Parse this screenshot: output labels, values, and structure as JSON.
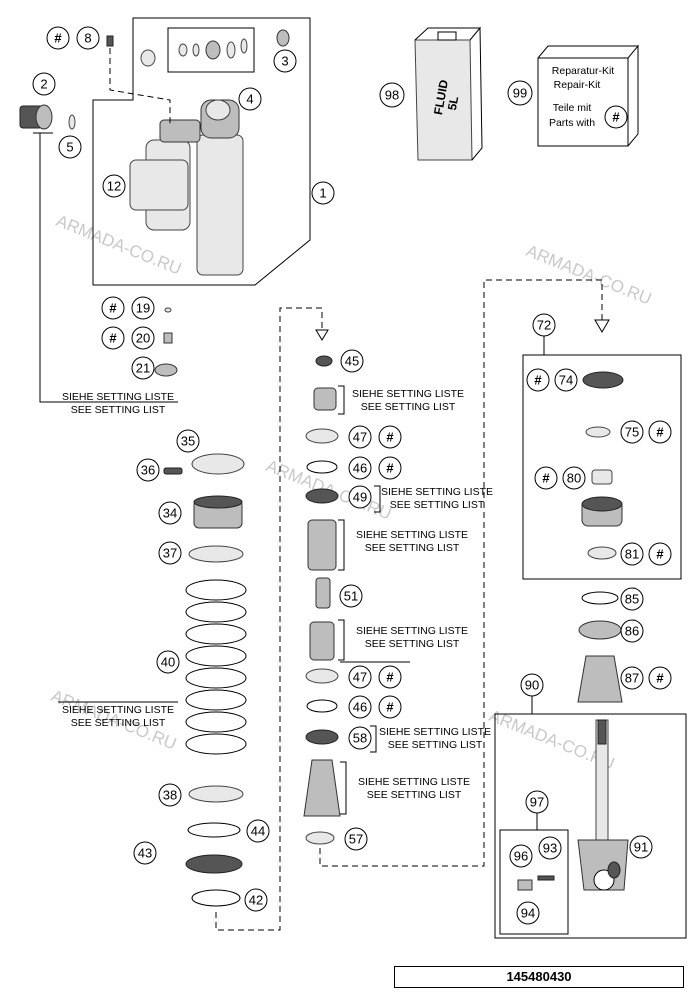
{
  "drawing_number": "145480430",
  "watermark": "ARMADA-CO.RU",
  "hash_symbol": "#",
  "notes": {
    "setting_de": "SIEHE SETTING LISTE",
    "setting_en": "SEE SETTING LIST"
  },
  "repair_box": {
    "line1": "Reparatur-Kit",
    "line2": "Repair-Kit",
    "line3": "Teile mit",
    "line4": "Parts with"
  },
  "fluid_label": "FLUID",
  "fluid_volume": "5L",
  "callouts": [
    "1",
    "2",
    "3",
    "4",
    "5",
    "8",
    "12",
    "19",
    "20",
    "21",
    "34",
    "35",
    "36",
    "37",
    "38",
    "40",
    "42",
    "43",
    "44",
    "45",
    "46",
    "47",
    "49",
    "51",
    "57",
    "58",
    "72",
    "74",
    "75",
    "80",
    "81",
    "85",
    "86",
    "87",
    "90",
    "91",
    "93",
    "94",
    "96",
    "97",
    "98",
    "99",
    "46",
    "47"
  ]
}
